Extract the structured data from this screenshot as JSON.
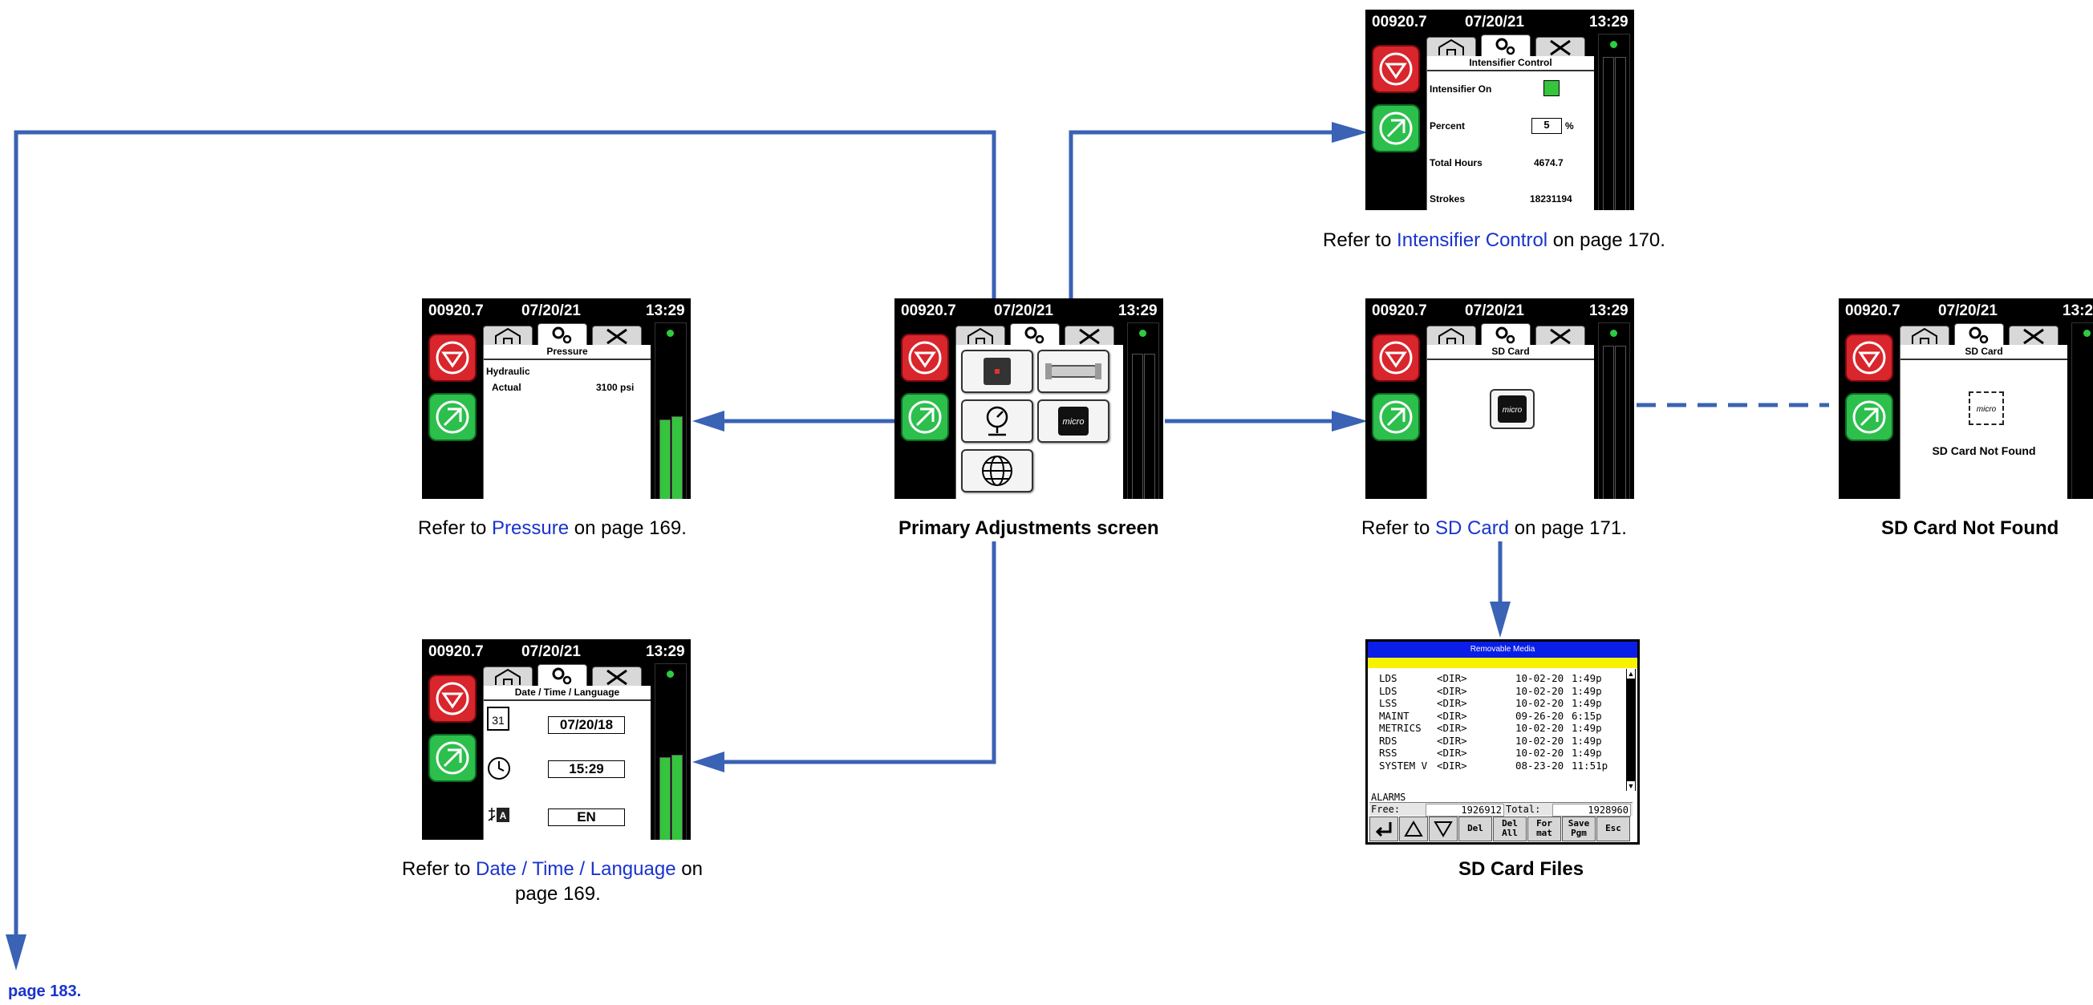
{
  "status_bar": {
    "hours": "00920.7",
    "date": "07/20/21",
    "time": "13:29"
  },
  "screens": {
    "intensifier": {
      "title": "Intensifier Control",
      "on_label": "Intensifier On",
      "percent_label": "Percent",
      "percent_value": "5",
      "percent_unit": "%",
      "hours_label": "Total Hours",
      "hours_value": "4674.7",
      "strokes_label": "Strokes",
      "strokes_value": "18231194"
    },
    "pressure": {
      "title": "Pressure",
      "hydraulic_label": "Hydraulic",
      "actual_label": "Actual",
      "actual_value": "3100 psi"
    },
    "sd_card": {
      "title": "SD Card"
    },
    "sd_not_found": {
      "title": "SD Card",
      "message": "SD Card Not Found"
    },
    "date_time_lang": {
      "title": "Date / Time / Language",
      "date_value": "07/20/18",
      "time_value": "15:29",
      "lang_value": "EN",
      "calendar_day": "31"
    }
  },
  "sd_files": {
    "title": "Removable Media",
    "rows": [
      {
        "name": "LDS",
        "type": "<DIR>",
        "date": "10-02-20",
        "time": "1:49p"
      },
      {
        "name": "LDS",
        "type": "<DIR>",
        "date": "10-02-20",
        "time": "1:49p"
      },
      {
        "name": "LSS",
        "type": "<DIR>",
        "date": "10-02-20",
        "time": "1:49p"
      },
      {
        "name": "MAINT",
        "type": "<DIR>",
        "date": "09-26-20",
        "time": "6:15p"
      },
      {
        "name": "METRICS",
        "type": "<DIR>",
        "date": "10-02-20",
        "time": "1:49p"
      },
      {
        "name": "RDS",
        "type": "<DIR>",
        "date": "10-02-20",
        "time": "1:49p"
      },
      {
        "name": "RSS",
        "type": "<DIR>",
        "date": "10-02-20",
        "time": "1:49p"
      },
      {
        "name": "SYSTEM V",
        "type": "<DIR>",
        "date": "08-23-20",
        "time": "11:51p"
      }
    ],
    "alarm_label": "ALARMS",
    "free_label": "Free:",
    "free_value": "1926912",
    "total_label": "Total:",
    "total_value": "1928960",
    "buttons": [
      "Del",
      "Del All",
      "For mat",
      "Save Pgm",
      "Esc"
    ]
  },
  "captions": {
    "intensifier": {
      "pre": "Refer to ",
      "link": "Intensifier Control",
      "post": " on page 170."
    },
    "pressure": {
      "pre": "Refer to ",
      "link": "Pressure",
      "post": " on page 169."
    },
    "primary": "Primary Adjustments screen",
    "sd_card": {
      "pre": "Refer to ",
      "link": "SD Card",
      "post": " on page 171."
    },
    "sd_not_found": "SD Card Not Found",
    "date_time": {
      "pre": "Refer to ",
      "link": "Date / Time / Language",
      "post": " on",
      "line2": "page 169."
    },
    "sd_files": "SD Card Files",
    "page_ref": "page 183."
  },
  "colors": {
    "arrow": "#3a62b5",
    "link": "#1a33cc",
    "stop_button": "#d9252c",
    "go_button": "#2cbf4c",
    "bar_green": "#35c43d",
    "sd_title_bg": "#0a1ee8",
    "sd_highlight": "#f6f200"
  },
  "icons": [
    "home-icon",
    "settings-gears-icon",
    "tools-icon",
    "stop-icon",
    "start-icon",
    "sd-card-icon",
    "calendar-icon",
    "clock-icon",
    "language-icon",
    "globe-icon",
    "gauge-icon",
    "pump-icon",
    "enter-icon",
    "arrow-up-icon",
    "arrow-down-icon"
  ]
}
